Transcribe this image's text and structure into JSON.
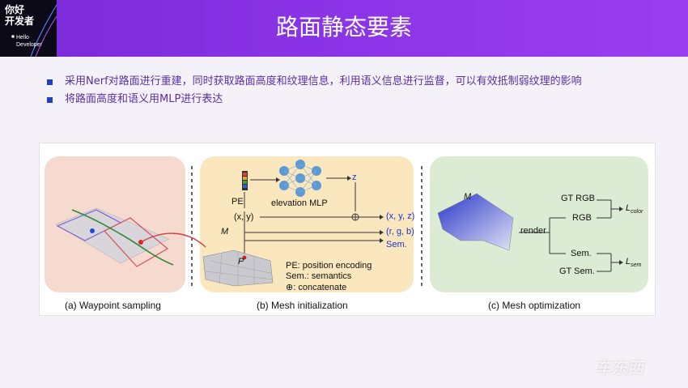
{
  "header": {
    "logo_cn_line1": "你好",
    "logo_cn_line2": "开发者",
    "logo_en_line1": "Hello",
    "logo_en_line2": "Developer",
    "title": "路面静态要素"
  },
  "bullets": [
    "采用Nerf对路面进行重建，同时获取路面高度和纹理信息，利用语义信息进行监督，可以有效抵制弱纹理的影响",
    "将路面高度和语义用MLP进行表达"
  ],
  "figure": {
    "captions": [
      "(a) Waypoint sampling",
      "(b) Mesh initialization",
      "(c) Mesh optimization"
    ],
    "panel_b": {
      "pe": "PE",
      "xy": "(x, y)",
      "mlp": "elevation MLP",
      "z": "z",
      "xyz": "(x, y, z)",
      "rgb": "(r, g, b)",
      "sem": "Sem.",
      "m": "M",
      "p": "P",
      "legend_pe": "PE: position encoding",
      "legend_sem": "Sem.: semantics",
      "legend_concat": "⊕: concatenate"
    },
    "panel_c": {
      "m": "M",
      "render": "render",
      "gt_rgb": "GT RGB",
      "rgb": "RGB",
      "sem": "Sem.",
      "gt_sem": "GT Sem.",
      "l_color": "L",
      "l_color_sub": "color",
      "l_sem": "L",
      "l_sem_sub": "sem"
    }
  },
  "watermark": "车东西",
  "colors": {
    "header": "#8a33e6",
    "bullet_text": "#5a2ea6",
    "bullet_square": "#1f3fbf",
    "panel_a_bg": "#f6d9cf",
    "panel_b_bg": "#fbe7bd",
    "panel_c_bg": "#dcebd3"
  }
}
